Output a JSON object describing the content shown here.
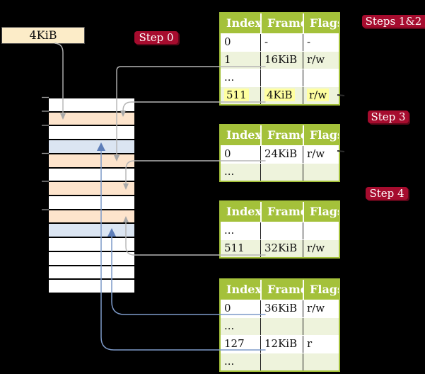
{
  "palette": {
    "background": "#000000",
    "table_green": "#a4c13a",
    "table_row_shaded": "#eef3dc",
    "highlight_yellow": "#ffffa0",
    "step_badge_red": "#a60c2e",
    "size_box_cream": "#fcecc8",
    "frame_pagetable_orange": "#fde4cc",
    "frame_mapped_blue": "#dbe5f2",
    "gray_arrow": "#b5b5b5",
    "blue_arrow": "#7d9ac9"
  },
  "size_label": {
    "text": "4KiB"
  },
  "steps": {
    "step0": "Step 0",
    "steps12": "Steps 1&2",
    "step3": "Step 3",
    "step4": "Step 4"
  },
  "memory_stack": {
    "rows": [
      {
        "kind": "plain"
      },
      {
        "kind": "pagetable"
      },
      {
        "kind": "plain"
      },
      {
        "kind": "mapped"
      },
      {
        "kind": "pagetable"
      },
      {
        "kind": "plain"
      },
      {
        "kind": "pagetable"
      },
      {
        "kind": "plain"
      },
      {
        "kind": "pagetable"
      },
      {
        "kind": "mapped"
      },
      {
        "kind": "plain"
      },
      {
        "kind": "plain"
      },
      {
        "kind": "plain"
      },
      {
        "kind": "plain"
      }
    ]
  },
  "tables": [
    {
      "id": "page-table-1",
      "headers": [
        "Index",
        "Frame",
        "Flags"
      ],
      "rows": [
        {
          "cells": [
            "0",
            "-",
            "-"
          ],
          "highlight": false
        },
        {
          "cells": [
            "1",
            "16KiB",
            "r/w"
          ],
          "highlight": false
        },
        {
          "cells": [
            "...",
            "",
            ""
          ],
          "highlight": false
        },
        {
          "cells": [
            "511",
            "4KiB",
            "r/w"
          ],
          "highlight": true
        }
      ]
    },
    {
      "id": "page-table-2",
      "headers": [
        "Index",
        "Frame",
        "Flags"
      ],
      "rows": [
        {
          "cells": [
            "0",
            "24KiB",
            "r/w"
          ],
          "highlight": false
        },
        {
          "cells": [
            "...",
            "",
            ""
          ],
          "highlight": false
        }
      ]
    },
    {
      "id": "page-table-3",
      "headers": [
        "Index",
        "Frame",
        "Flags"
      ],
      "rows": [
        {
          "cells": [
            "...",
            "",
            ""
          ],
          "highlight": false
        },
        {
          "cells": [
            "511",
            "32KiB",
            "r/w"
          ],
          "highlight": false
        }
      ]
    },
    {
      "id": "page-table-4",
      "headers": [
        "Index",
        "Frame",
        "Flags"
      ],
      "rows": [
        {
          "cells": [
            "0",
            "36KiB",
            "r/w"
          ],
          "highlight": false
        },
        {
          "cells": [
            "...",
            "",
            ""
          ],
          "highlight": false
        },
        {
          "cells": [
            "127",
            "12KiB",
            "r"
          ],
          "highlight": false
        },
        {
          "cells": [
            "...",
            "",
            ""
          ],
          "highlight": false
        }
      ]
    }
  ],
  "connectors": [
    {
      "from": "size-label-4KiB",
      "to": "frame-4KiB",
      "style": "gray"
    },
    {
      "from": "table1-entry-1",
      "to": "frame-16KiB",
      "style": "gray"
    },
    {
      "from": "table1-entry-511",
      "to": "frame-4KiB",
      "style": "gray"
    },
    {
      "from": "table2-entry-0",
      "to": "frame-24KiB",
      "style": "gray"
    },
    {
      "from": "table3-entry-511",
      "to": "frame-32KiB",
      "style": "gray"
    },
    {
      "from": "table4-entry-0",
      "to": "frame-36KiB",
      "style": "blue"
    },
    {
      "from": "table4-entry-127",
      "to": "frame-12KiB",
      "style": "blue"
    }
  ]
}
